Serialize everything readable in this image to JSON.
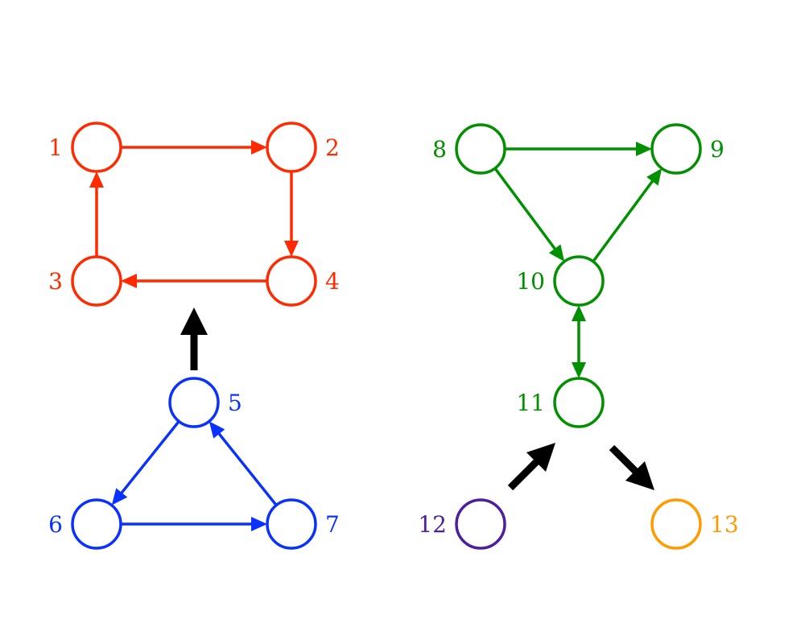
{
  "colors": {
    "red": "#ff2a00",
    "blue": "#0a32ff",
    "green": "#009000",
    "purple": "#4b1fa0",
    "orange": "#ff9a00",
    "black": "#000000"
  },
  "nodes": [
    {
      "id": "1",
      "label": "1",
      "group": "red"
    },
    {
      "id": "2",
      "label": "2",
      "group": "red"
    },
    {
      "id": "3",
      "label": "3",
      "group": "red"
    },
    {
      "id": "4",
      "label": "4",
      "group": "red"
    },
    {
      "id": "5",
      "label": "5",
      "group": "blue"
    },
    {
      "id": "6",
      "label": "6",
      "group": "blue"
    },
    {
      "id": "7",
      "label": "7",
      "group": "blue"
    },
    {
      "id": "8",
      "label": "8",
      "group": "green"
    },
    {
      "id": "9",
      "label": "9",
      "group": "green"
    },
    {
      "id": "10",
      "label": "10",
      "group": "green"
    },
    {
      "id": "11",
      "label": "11",
      "group": "green"
    },
    {
      "id": "12",
      "label": "12",
      "group": "purple"
    },
    {
      "id": "13",
      "label": "13",
      "group": "orange"
    }
  ],
  "edges": [
    {
      "from": "1",
      "to": "2",
      "group": "red",
      "directed": "forward"
    },
    {
      "from": "2",
      "to": "4",
      "group": "red",
      "directed": "forward"
    },
    {
      "from": "4",
      "to": "3",
      "group": "red",
      "directed": "forward"
    },
    {
      "from": "3",
      "to": "1",
      "group": "red",
      "directed": "forward"
    },
    {
      "from": "5",
      "to": "6",
      "group": "blue",
      "directed": "forward"
    },
    {
      "from": "6",
      "to": "7",
      "group": "blue",
      "directed": "forward"
    },
    {
      "from": "7",
      "to": "5",
      "group": "blue",
      "directed": "forward"
    },
    {
      "from": "8",
      "to": "9",
      "group": "green",
      "directed": "forward"
    },
    {
      "from": "8",
      "to": "10",
      "group": "green",
      "directed": "forward"
    },
    {
      "from": "10",
      "to": "9",
      "group": "green",
      "directed": "forward"
    },
    {
      "from": "10",
      "to": "11",
      "group": "green",
      "directed": "both"
    }
  ],
  "component_arrows": [
    {
      "name": "blue-to-red-component-arrow",
      "from_group": "blue",
      "to_group": "red"
    },
    {
      "name": "node12-to-node11-arrow",
      "from": "12",
      "to": "11"
    },
    {
      "name": "node11-to-node13-arrow",
      "from": "11",
      "to": "13"
    }
  ]
}
